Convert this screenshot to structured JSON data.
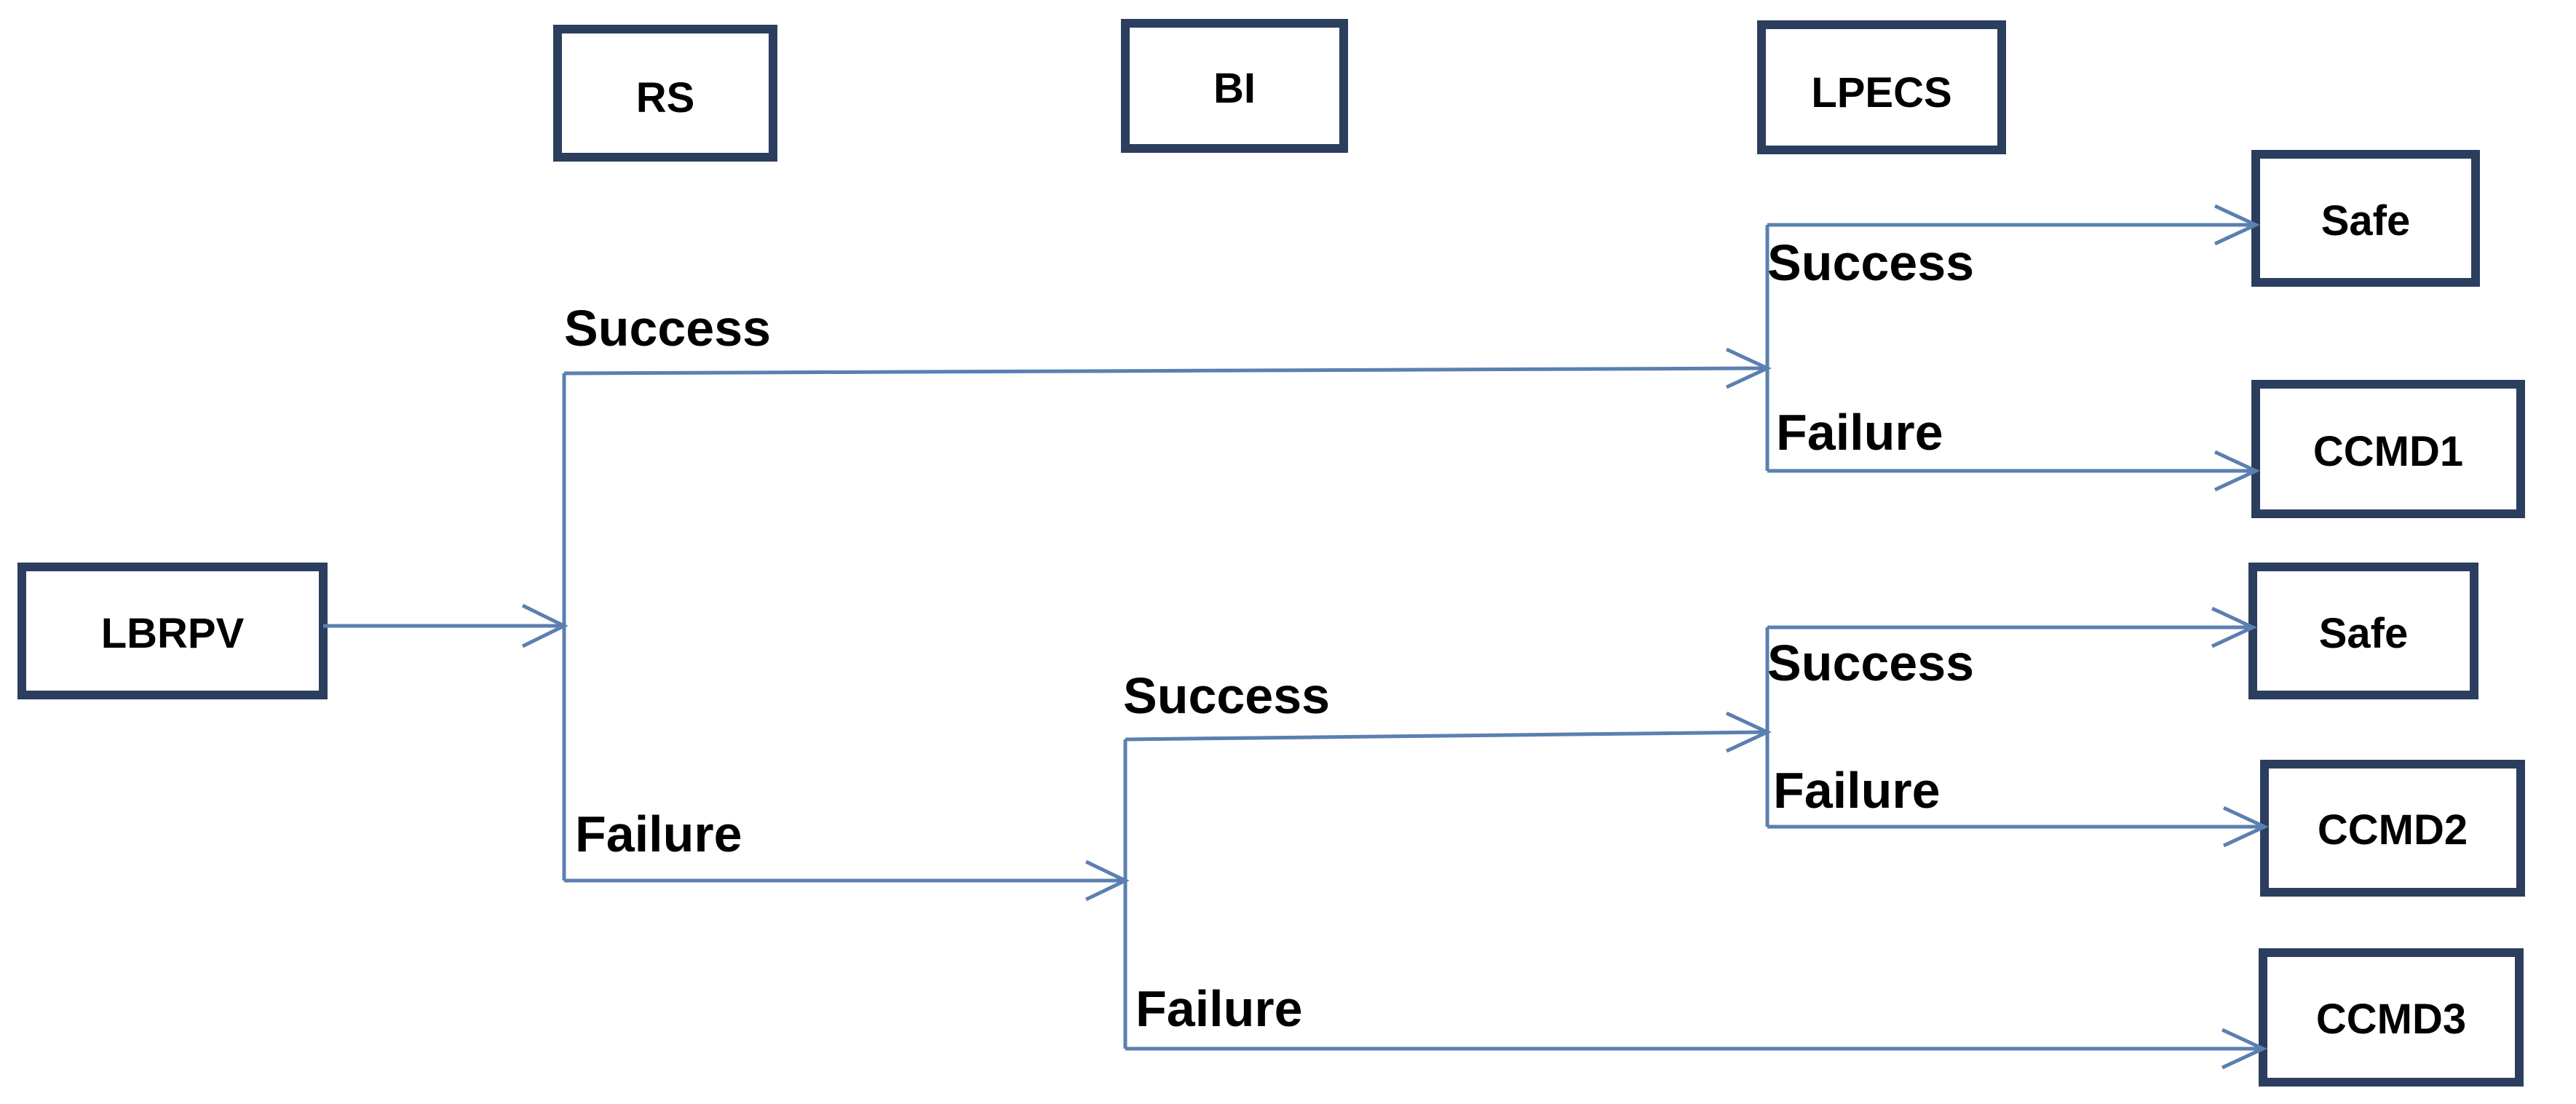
{
  "headers": {
    "rs": "RS",
    "bi": "BI",
    "lpecs": "LPECS"
  },
  "initiating_event": "LBRPV",
  "branches": {
    "rs_success": "Success",
    "rs_failure": "Failure",
    "bi_success": "Success",
    "bi_failure": "Failure",
    "lpecs_upper_success": "Success",
    "lpecs_upper_failure": "Failure",
    "lpecs_lower_success": "Success",
    "lpecs_lower_failure": "Failure"
  },
  "outcomes": {
    "safe_1": "Safe",
    "ccmd1": "CCMD1",
    "safe_2": "Safe",
    "ccmd2": "CCMD2",
    "ccmd3": "CCMD3"
  },
  "colors": {
    "box_border": "#2c3e5e",
    "line": "#5b7fb0",
    "text": "#000000"
  }
}
